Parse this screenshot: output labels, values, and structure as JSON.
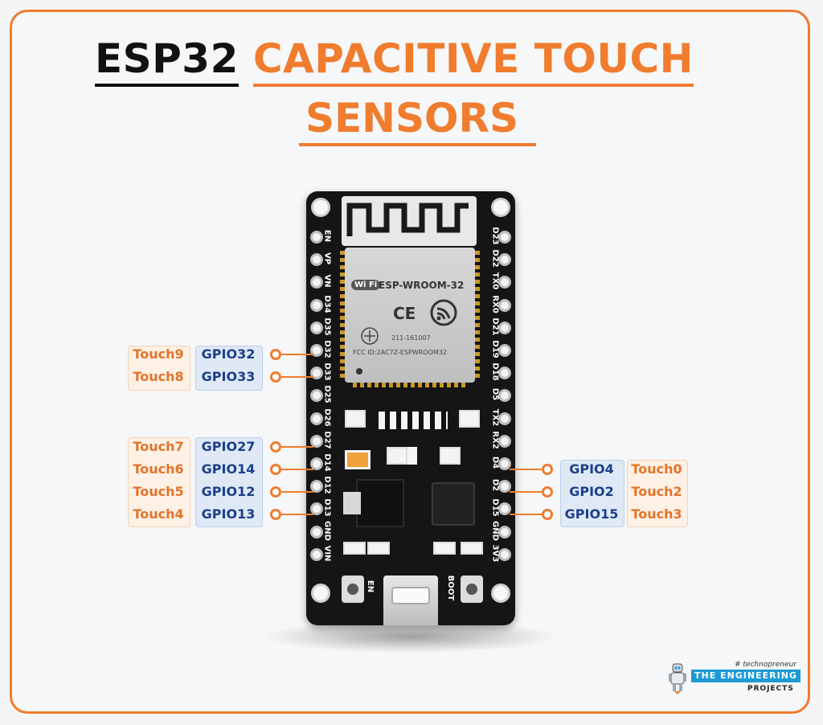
{
  "title": {
    "line1_black": "ESP32",
    "line1_orange": "CAPACITIVE TOUCH",
    "line2": "SENSORS"
  },
  "module": {
    "wifi_badge": "Wi Fi",
    "name": "ESP-WROOM-32",
    "ce_mark": "CE",
    "fcc_id": "FCC ID:2AC7Z-ESPWROOM32",
    "cert_no": "211-161007"
  },
  "board": {
    "left_pins": [
      "EN",
      "VP",
      "VN",
      "D34",
      "D35",
      "D32",
      "D33",
      "D25",
      "D26",
      "D27",
      "D14",
      "D12",
      "D13",
      "GND",
      "VIN"
    ],
    "right_pins": [
      "D23",
      "D22",
      "TX0",
      "RX0",
      "D21",
      "D19",
      "D18",
      "D5",
      "TX2",
      "RX2",
      "D4",
      "D2",
      "D15",
      "GND",
      "3V3"
    ],
    "button_en": "EN",
    "button_boot": "BOOT"
  },
  "left_labels": [
    {
      "touch": "Touch9",
      "gpio": "GPIO32"
    },
    {
      "touch": "Touch8",
      "gpio": "GPIO33"
    },
    {
      "touch": "Touch7",
      "gpio": "GPIO27"
    },
    {
      "touch": "Touch6",
      "gpio": "GPIO14"
    },
    {
      "touch": "Touch5",
      "gpio": "GPIO12"
    },
    {
      "touch": "Touch4",
      "gpio": "GPIO13"
    }
  ],
  "right_labels": [
    {
      "gpio": "GPIO4",
      "touch": "Touch0"
    },
    {
      "gpio": "GPIO2",
      "touch": "Touch2"
    },
    {
      "gpio": "GPIO15",
      "touch": "Touch3"
    }
  ],
  "logo": {
    "tagline": "# technopreneur",
    "brand": "THE ENGINEERING",
    "sub": "PROJECTS"
  },
  "colors": {
    "accent_orange": "#f07c2e",
    "gpio_blue": "#1c3f8a",
    "board_black": "#151515"
  }
}
